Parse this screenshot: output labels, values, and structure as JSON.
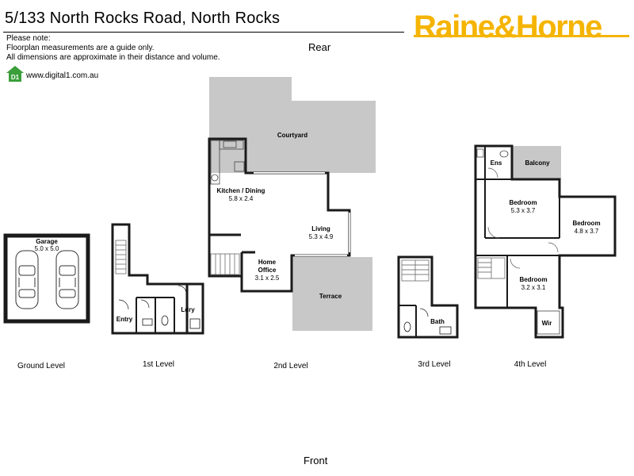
{
  "header": {
    "title": "5/133 North Rocks Road, North Rocks",
    "agency": "Raine&Horne",
    "agency_color": "#f5b400"
  },
  "notes": [
    "Please note:",
    "Floorplan measurements are a guide only.",
    "All dimensions are approximate in their distance and volume."
  ],
  "website": {
    "badge": "D1",
    "url": "www.digital1.com.au",
    "icon": "house-icon",
    "color": "#3a9e3a"
  },
  "orientation": {
    "rear": "Rear",
    "front": "Front"
  },
  "levels": [
    {
      "name": "Ground Level",
      "rooms": [
        {
          "name": "Garage",
          "size": "5.0 x 5.0"
        }
      ]
    },
    {
      "name": "1st Level",
      "rooms": [
        {
          "name": "Entry"
        },
        {
          "name": "Ldry"
        }
      ]
    },
    {
      "name": "2nd Level",
      "rooms": [
        {
          "name": "Courtyard"
        },
        {
          "name": "Kitchen / Dining",
          "size": "5.8 x 2.4"
        },
        {
          "name": "Living",
          "size": "5.3 x 4.9"
        },
        {
          "name": "Home Office",
          "line1": "Home",
          "line2": "Office",
          "size": "3.1 x 2.5"
        },
        {
          "name": "Terrace"
        }
      ]
    },
    {
      "name": "3rd Level",
      "rooms": [
        {
          "name": "Bath"
        }
      ]
    },
    {
      "name": "4th Level",
      "rooms": [
        {
          "name": "Ens"
        },
        {
          "name": "Balcony"
        },
        {
          "name": "Bedroom",
          "size": "5.3 x 3.7"
        },
        {
          "name": "Bedroom",
          "size": "4.8 x 3.7"
        },
        {
          "name": "Bedroom",
          "size": "3.2 x 3.1"
        },
        {
          "name": "Wir"
        }
      ]
    }
  ],
  "colors": {
    "wall": "#1a1a1a",
    "outdoor": "#c8c8c8"
  }
}
